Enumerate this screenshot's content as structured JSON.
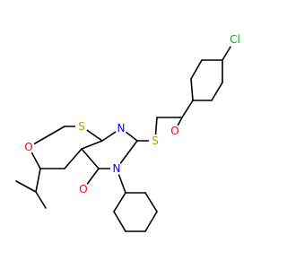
{
  "molecule": {
    "colors": {
      "bond": "#000000",
      "carbon": "#000000",
      "oxygen": "#ff0000",
      "nitrogen": "#0000ff",
      "sulfur": "#b3a300",
      "chlorine": "#00b000"
    },
    "atom_labels": {
      "cl": "Cl",
      "o_ketone": "O",
      "s_thioether": "S",
      "s_thiophene": "S",
      "n_imine": "N",
      "n_amide": "N",
      "o_amide": "O",
      "o_pyran": "O"
    }
  }
}
